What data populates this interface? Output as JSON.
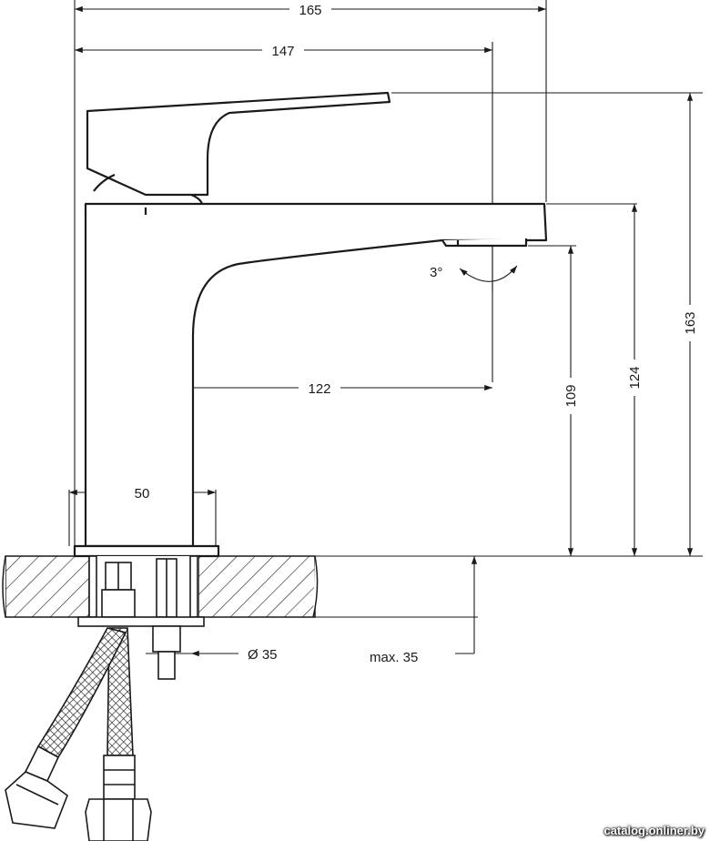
{
  "dimensions": {
    "overall_width": "165",
    "spout_reach": "147",
    "spout_from_axis": "122",
    "body_width": "50",
    "spout_angle": "3°",
    "outlet_height": "109",
    "spout_height": "124",
    "total_height": "163",
    "mount_hole": "Ø 35",
    "max_thickness": "max. 35"
  },
  "watermark": "catalog.onliner.by",
  "colors": {
    "line": "#1a1a1a",
    "background": "#ffffff"
  }
}
